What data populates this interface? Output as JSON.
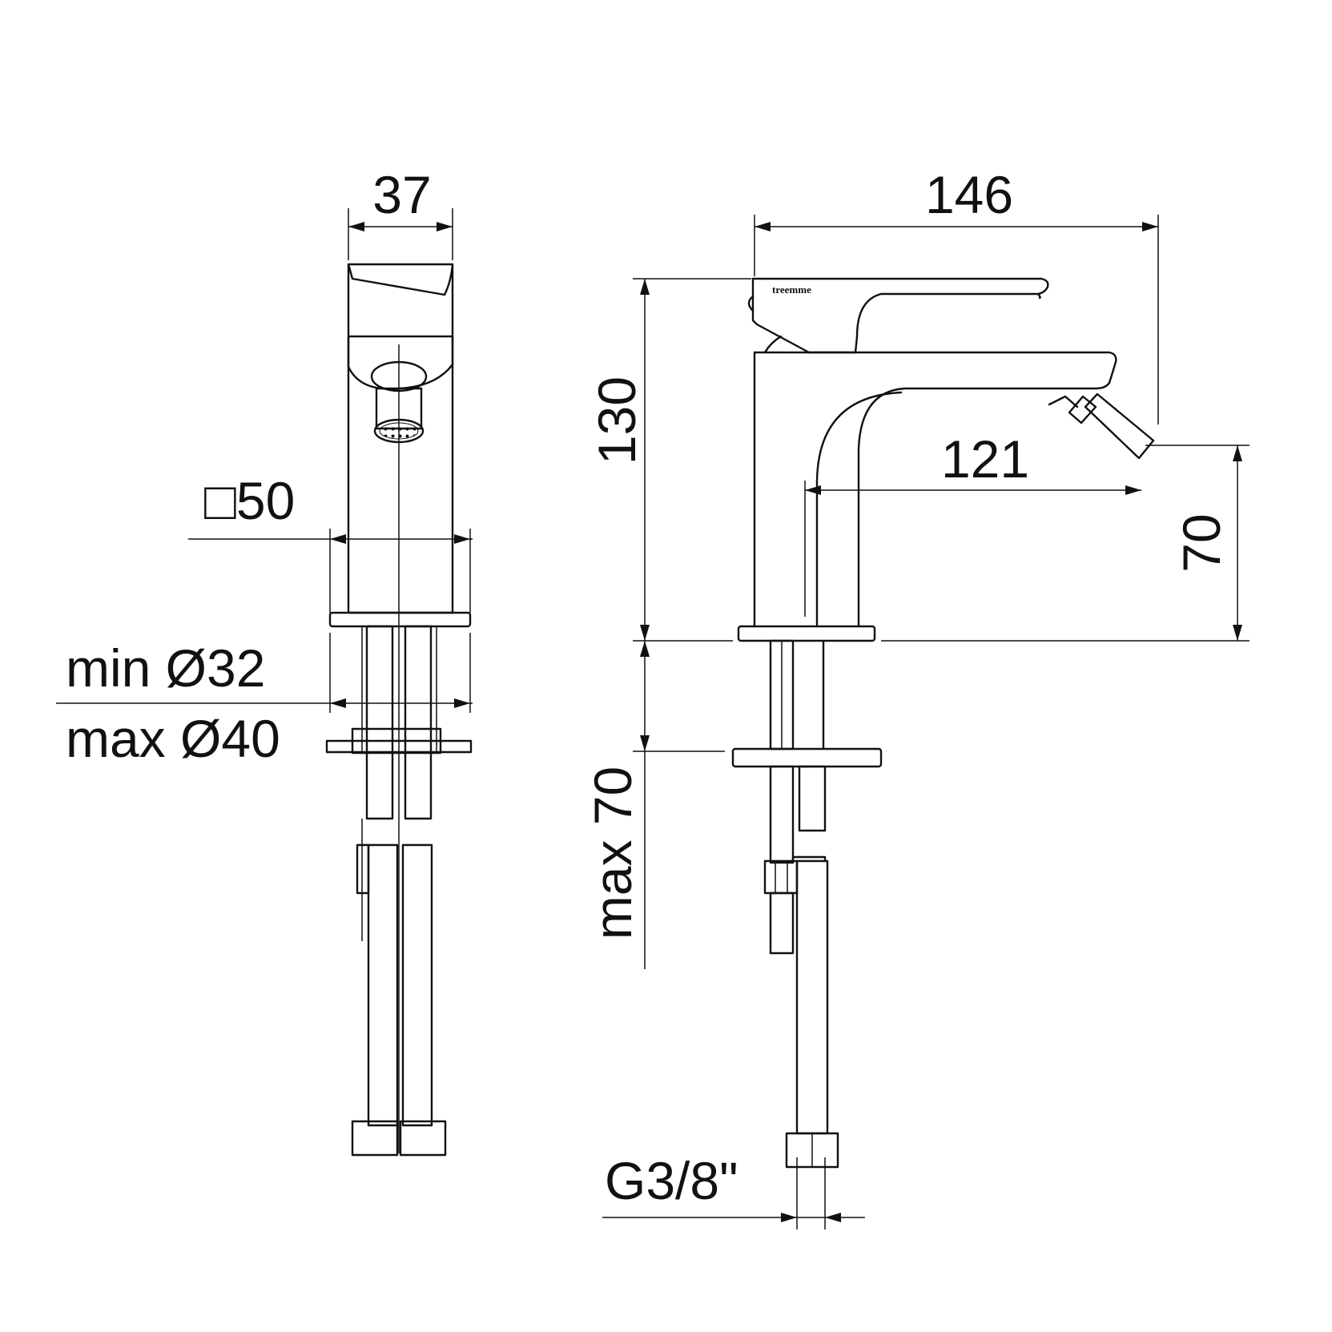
{
  "dimensions": {
    "side_width": "37",
    "base_square": "□50",
    "hole_min": "min Ø32",
    "hole_max": "max Ø40",
    "total_length": "146",
    "spout_reach": "121",
    "total_height": "130",
    "spout_height": "70",
    "deck_thickness": "max 70",
    "connection": "G3/8\""
  },
  "brand_mark": "treemme",
  "colors": {
    "line": "#111111",
    "background": "#ffffff"
  }
}
